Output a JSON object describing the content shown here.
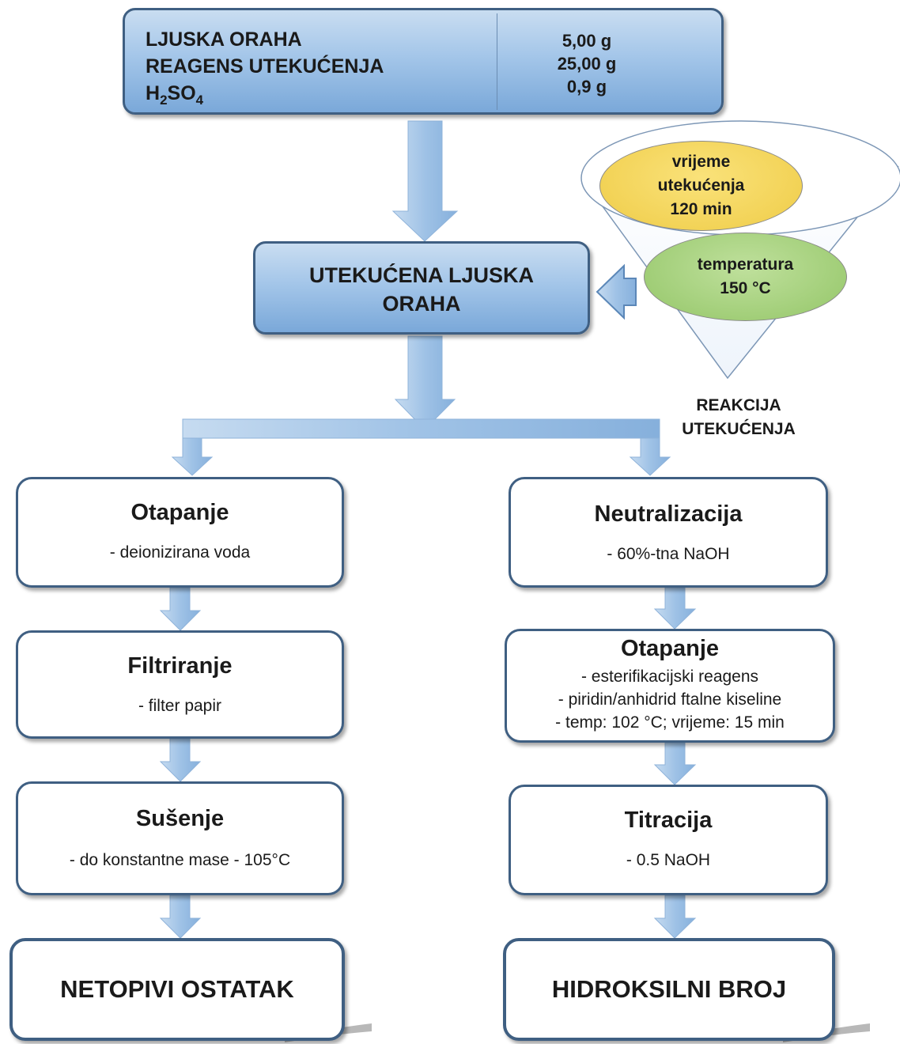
{
  "input_box": {
    "labels": [
      "LJUSKA ORAHA",
      "REAGENS UTEKUĆENJA",
      "H",
      "2",
      "SO",
      "4"
    ],
    "values": [
      "5,00 g",
      "25,00 g",
      "0,9 g"
    ]
  },
  "liquefied": {
    "title_line1": "UTEKUĆENA LJUSKA",
    "title_line2": "ORAHA"
  },
  "reaction": {
    "time_line1": "vrijeme",
    "time_line2": "utekućenja",
    "time_line3": "120 min",
    "temp_line1": "temperatura",
    "temp_line2": "150 °C",
    "label_line1": "REAKCIJA",
    "label_line2": "UTEKUĆENJA"
  },
  "left_branch": {
    "step1": {
      "title": "Otapanje",
      "detail": "- deionizirana voda"
    },
    "step2": {
      "title": "Filtriranje",
      "detail": "- filter papir"
    },
    "step3": {
      "title": "Sušenje",
      "detail": "- do konstantne mase - 105°C"
    },
    "result": "NETOPIVI OSTATAK"
  },
  "right_branch": {
    "step1": {
      "title": "Neutralizacija",
      "detail": "- 60%-tna NaOH"
    },
    "step2": {
      "title": "Otapanje",
      "details": [
        "- esterifikacijski reagens",
        "- piridin/anhidrid  ftalne kiseline",
        "- temp:  102 °C; vrijeme:  15 min"
      ]
    },
    "step3": {
      "title": "Titracija",
      "detail": "- 0.5 NaOH"
    },
    "result": "HIDROKSILNI BROJ"
  },
  "colors": {
    "box_blue": "#a4c6e9",
    "border": "#3f5f82",
    "arrow": "#a9c8e8",
    "time_ellipse": "#f4d75e",
    "temp_ellipse": "#a6d27c"
  }
}
